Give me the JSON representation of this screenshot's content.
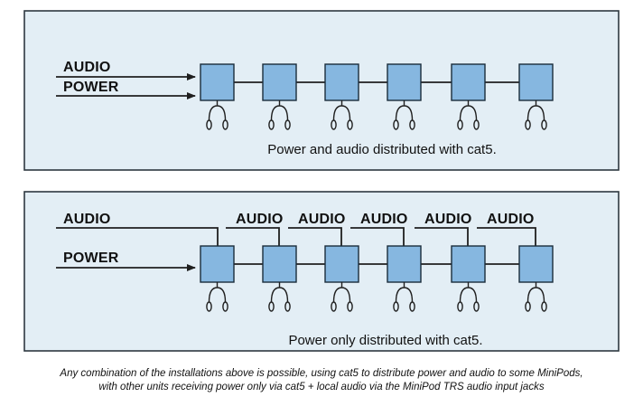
{
  "diagram_1": {
    "labels": {
      "audio": "AUDIO",
      "power": "POWER"
    },
    "caption": "Power and audio distributed with cat5.",
    "node_count": 6
  },
  "diagram_2": {
    "labels": {
      "audio": "AUDIO",
      "power": "POWER"
    },
    "unit_audio_labels": [
      "AUDIO",
      "AUDIO",
      "AUDIO",
      "AUDIO",
      "AUDIO"
    ],
    "caption": "Power only distributed with cat5.",
    "node_count": 6
  },
  "footnote": {
    "line1": "Any combination of the installations above is possible, using cat5 to distribute power and audio to some MiniPods,",
    "line2": "with other units receiving power only via cat5 + local audio via the MiniPod TRS audio input jacks"
  },
  "colors": {
    "panel_fill": "#e3eef5",
    "node_fill": "#86b7e0"
  }
}
